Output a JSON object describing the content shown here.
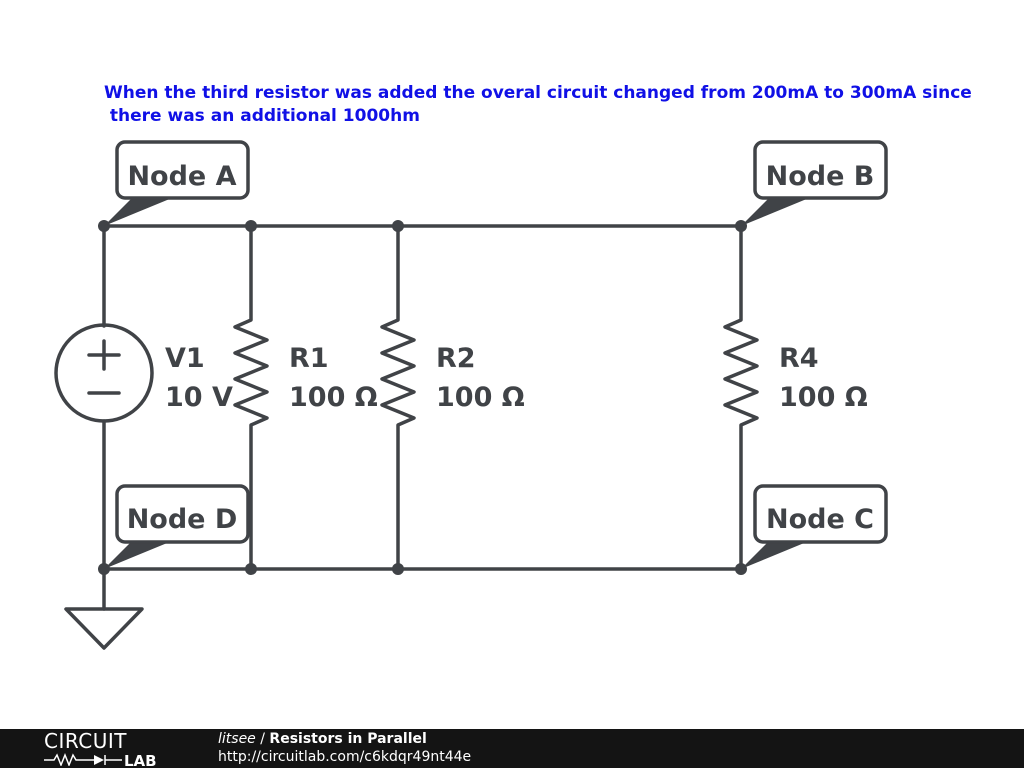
{
  "note": {
    "line1": "When the third resistor was added the overal circuit changed from 200mA to 300mA since",
    "line2": " there was an additional 1000hm"
  },
  "nodes": {
    "a": "Node A",
    "b": "Node B",
    "c": "Node C",
    "d": "Node D"
  },
  "components": {
    "v1": {
      "name": "V1",
      "value": "10 V"
    },
    "r1": {
      "name": "R1",
      "value": "100 Ω"
    },
    "r2": {
      "name": "R2",
      "value": "100 Ω"
    },
    "r4": {
      "name": "R4",
      "value": "100 Ω"
    }
  },
  "footer": {
    "logo_top": "CIRCUIT",
    "logo_bottom": "LAB",
    "author": "litsee",
    "separator": " / ",
    "title": "Resistors in Parallel",
    "url": "http://circuitlab.com/c6kdqr49nt44e"
  },
  "colors": {
    "wire": "#404347",
    "note_text": "#1010e6",
    "footer_bg": "#141414"
  }
}
